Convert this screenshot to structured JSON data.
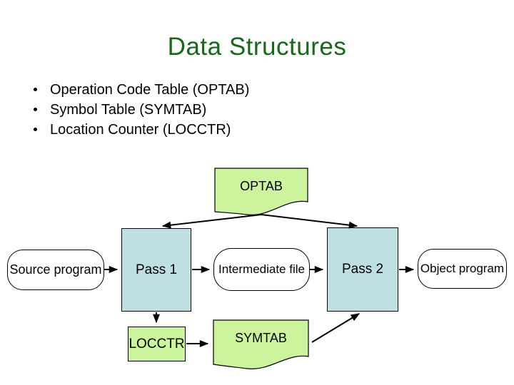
{
  "slide": {
    "title": "Data Structures",
    "bullets": [
      "Operation Code Table (OPTAB)",
      "Symbol Table (SYMTAB)",
      "Location Counter (LOCCTR)"
    ]
  },
  "diagram": {
    "colors": {
      "table_fill": "#ccf49c",
      "process_fill": "#bfe0e3",
      "line": "#000000",
      "title": "#176917"
    },
    "nodes": {
      "optab": {
        "label": "OPTAB",
        "type": "document"
      },
      "source_program": {
        "label": "Source program",
        "type": "rounded"
      },
      "pass1": {
        "label": "Pass 1",
        "type": "process"
      },
      "intermediate_file": {
        "label": "Intermediate file",
        "type": "rounded"
      },
      "pass2": {
        "label": "Pass 2",
        "type": "process"
      },
      "object_program": {
        "label": "Object program",
        "type": "rounded"
      },
      "locctr": {
        "label": "LOCCTR",
        "type": "rectangle"
      },
      "symtab": {
        "label": "SYMTAB",
        "type": "document"
      }
    },
    "edges": [
      {
        "from": "optab",
        "to": "pass1"
      },
      {
        "from": "optab",
        "to": "pass2"
      },
      {
        "from": "source_program",
        "to": "pass1"
      },
      {
        "from": "pass1",
        "to": "intermediate_file"
      },
      {
        "from": "intermediate_file",
        "to": "pass2"
      },
      {
        "from": "pass2",
        "to": "object_program"
      },
      {
        "from": "pass1",
        "to": "locctr"
      },
      {
        "from": "locctr",
        "to": "symtab"
      },
      {
        "from": "symtab",
        "to": "pass2"
      }
    ]
  }
}
